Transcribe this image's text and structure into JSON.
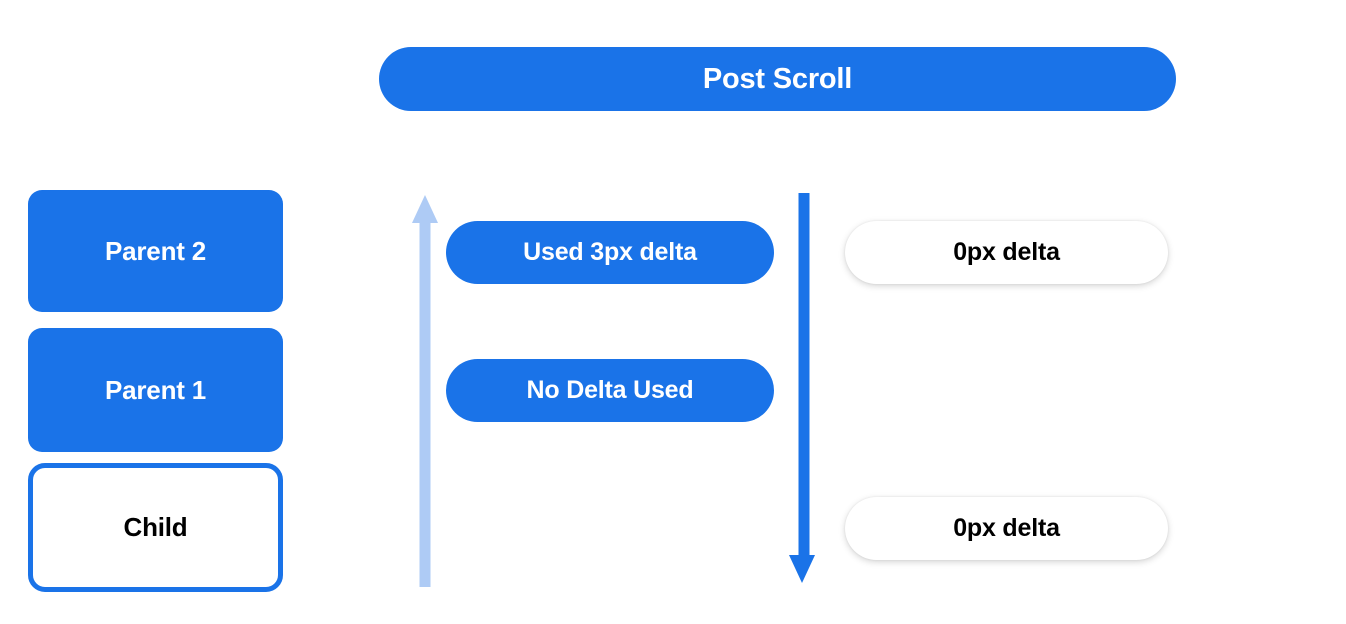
{
  "header": {
    "title": "Post Scroll"
  },
  "left_stack": {
    "boxes": [
      {
        "label": "Parent 2",
        "style": "filled"
      },
      {
        "label": "Parent 1",
        "style": "filled"
      },
      {
        "label": "Child",
        "style": "outlined"
      }
    ]
  },
  "middle_column": {
    "pills": [
      {
        "label": "Used 3px delta"
      },
      {
        "label": "No Delta Used"
      }
    ]
  },
  "right_column": {
    "pills": [
      {
        "label": "0px delta"
      },
      {
        "label": "0px delta"
      }
    ]
  },
  "arrows": {
    "left": {
      "name": "up-arrow-icon",
      "direction": "up",
      "color": "#aecbf5"
    },
    "right": {
      "name": "down-arrow-icon",
      "direction": "down",
      "color": "#1a73e8"
    }
  },
  "colors": {
    "brand_blue": "#1a73e8",
    "light_blue": "#aecbf5",
    "background": "#ffffff",
    "text_dark": "#000000",
    "text_light": "#ffffff"
  }
}
